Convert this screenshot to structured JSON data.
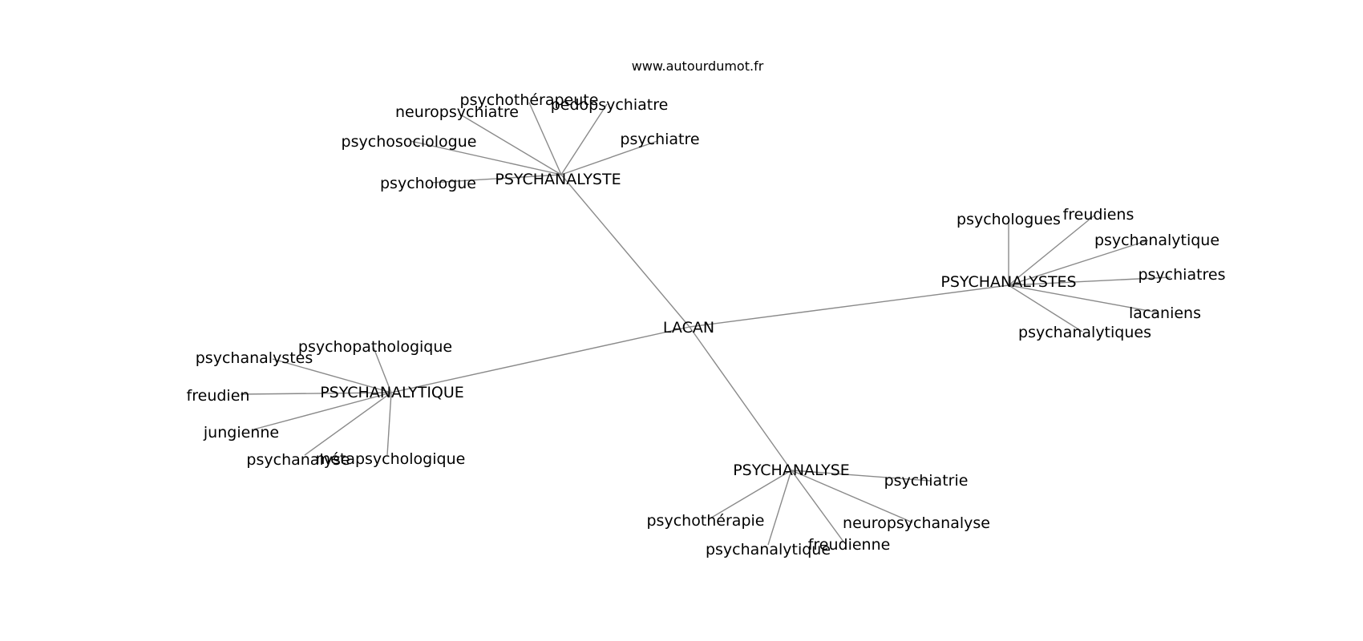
{
  "website": "www.autourdumot.fr",
  "colors": {
    "edge": "#8a8a8a",
    "text": "#000000",
    "background": "#ffffff"
  },
  "graph": {
    "center": "LACAN",
    "hubs": [
      {
        "label": "PSYCHANALYSTE",
        "leaves": [
          "psychothérapeute",
          "pédopsychiatre",
          "neuropsychiatre",
          "psychiatre",
          "psychosociologue",
          "psychologue"
        ]
      },
      {
        "label": "PSYCHANALYSTES",
        "leaves": [
          "psychologues",
          "freudiens",
          "psychanalytique",
          "psychiatres",
          "lacaniens",
          "psychanalytiques"
        ]
      },
      {
        "label": "PSYCHANALYTIQUE",
        "leaves": [
          "psychopathologique",
          "psychanalystes",
          "freudien",
          "jungienne",
          "psychanalyse",
          "métapsychologique"
        ]
      },
      {
        "label": "PSYCHANALYSE",
        "leaves": [
          "psychiatrie",
          "psychothérapie",
          "neuropsychanalyse",
          "freudienne",
          "psychanalytique"
        ]
      }
    ]
  }
}
